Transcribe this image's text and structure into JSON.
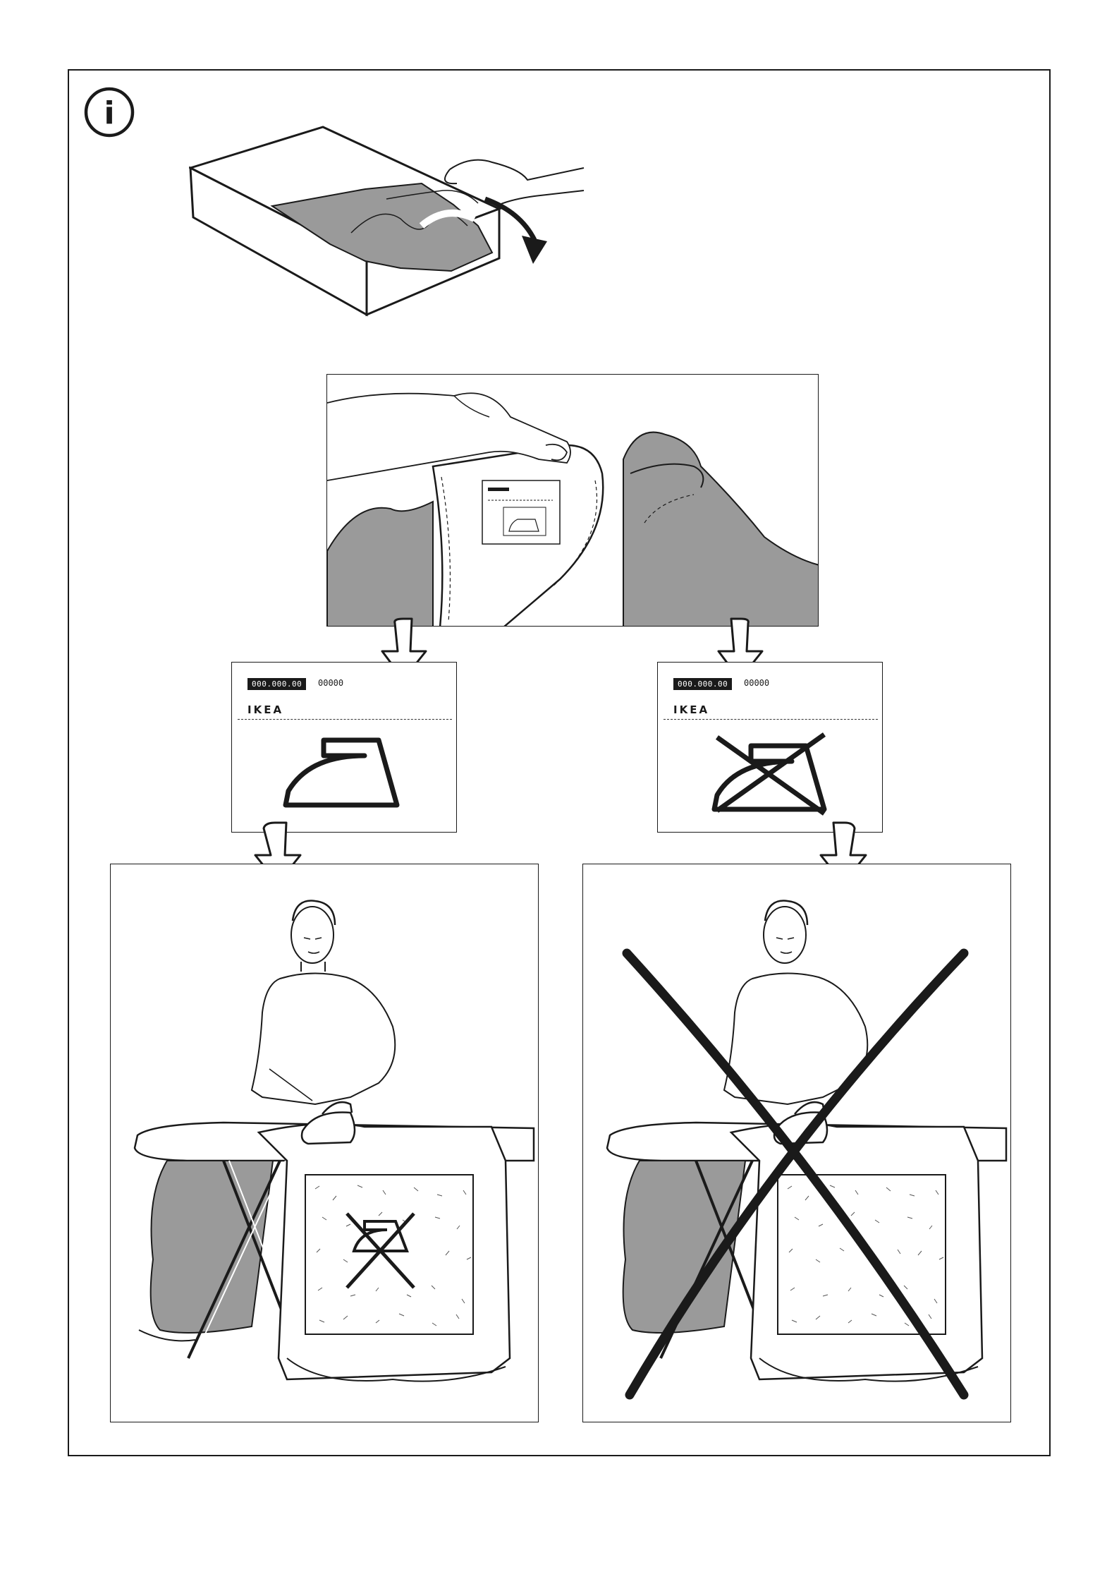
{
  "info_icon": {
    "symbol": "i",
    "name": "info-icon"
  },
  "care_labels": [
    {
      "code": "000.000.00",
      "number": "00000",
      "brand": "IKEA",
      "symbol": "iron-allowed-icon"
    },
    {
      "code": "000.000.00",
      "number": "00000",
      "brand": "IKEA",
      "symbol": "do-not-iron-icon"
    }
  ],
  "colors": {
    "ink": "#1a1a1a",
    "fabric": "#9a9a9a",
    "paper": "#ffffff"
  }
}
